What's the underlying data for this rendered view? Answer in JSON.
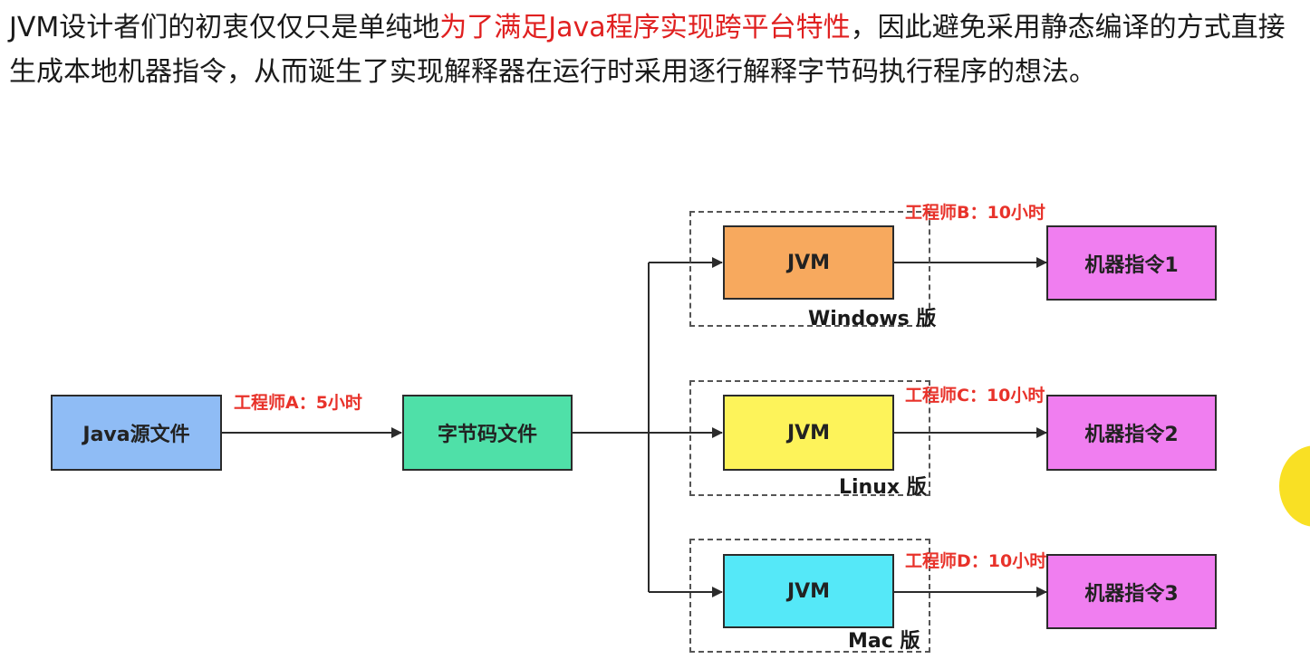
{
  "paragraph": {
    "part1": "JVM设计者们的初衷仅仅只是单纯地",
    "highlight": "为了满足Java程序实现跨平台特性",
    "part2": "，因此避免采用静态编译的方式直接生成本地机器指令，从而诞生了实现解释器在运行时采用逐行解释字节码执行程序的想法。"
  },
  "colors": {
    "highlight": "#e02020",
    "java_source": "#8fbcf5",
    "bytecode": "#4fe0a8",
    "jvm_windows": "#f7a95e",
    "jvm_linux": "#fdf35a",
    "jvm_mac": "#55e8f8",
    "machine_code": "#f07ef0",
    "annotation": "#e8322a"
  },
  "diagram": {
    "source": {
      "label": "Java源文件"
    },
    "bytecode": {
      "label": "字节码文件"
    },
    "engineer_a": "工程师A：5小时",
    "branches": [
      {
        "jvm_label": "JVM",
        "platform": "Windows 版",
        "engineer": "工程师B：10小时",
        "output": "机器指令1"
      },
      {
        "jvm_label": "JVM",
        "platform": "Linux 版",
        "engineer": "工程师C：10小时",
        "output": "机器指令2"
      },
      {
        "jvm_label": "JVM",
        "platform": "Mac 版",
        "engineer": "工程师D：10小时",
        "output": "机器指令3"
      }
    ]
  }
}
